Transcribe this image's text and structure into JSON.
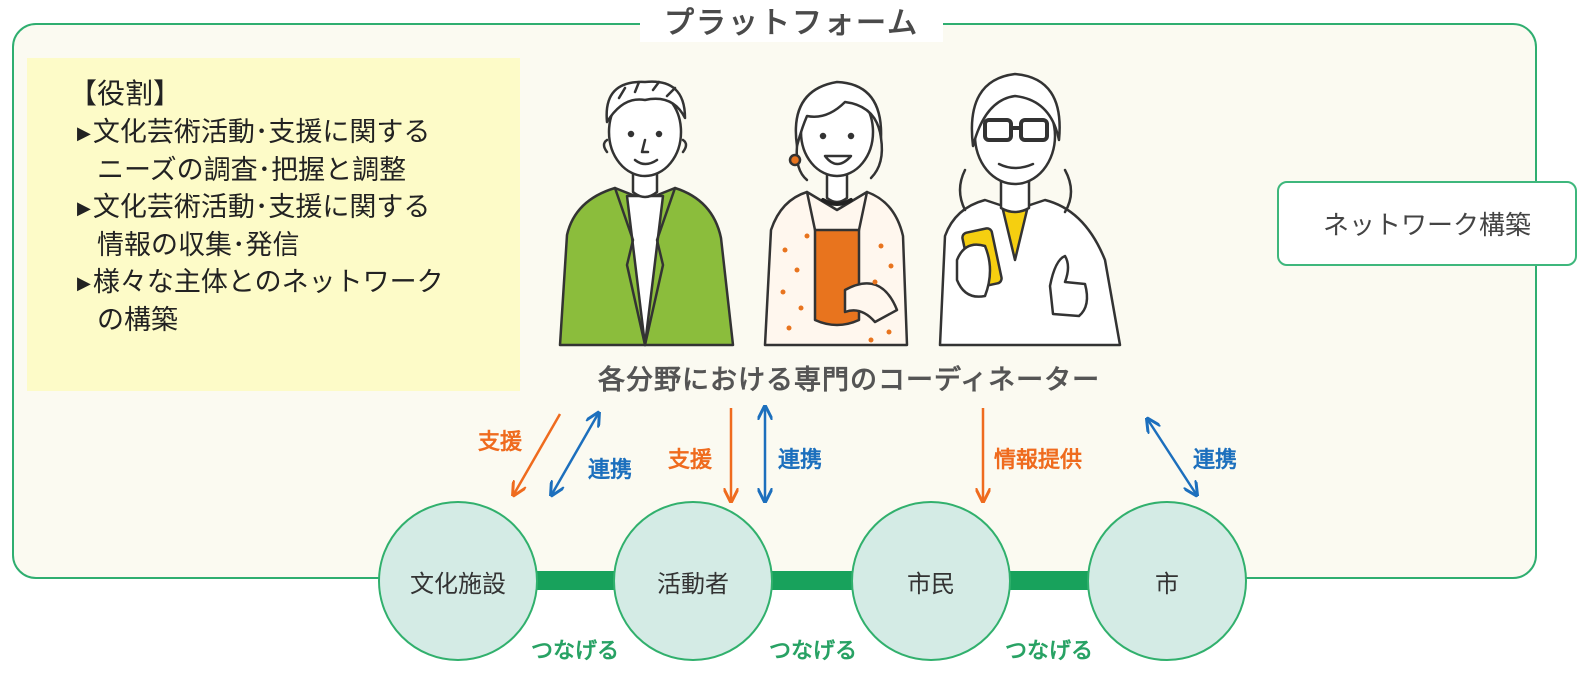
{
  "platform": {
    "title": "プラットフォーム"
  },
  "roles": {
    "heading": "【役割】",
    "items": [
      {
        "lines": [
          "文化芸術活動･支援に関する",
          "ニーズの調査･把握と調整"
        ]
      },
      {
        "lines": [
          "文化芸術活動･支援に関する",
          "情報の収集･発信"
        ]
      },
      {
        "lines": [
          "様々な主体とのネットワーク",
          "の構築"
        ]
      }
    ]
  },
  "network_box": {
    "label": "ネットワーク構築"
  },
  "coordinators": {
    "label": "各分野における専門のコーディネーター"
  },
  "arrows": {
    "shien_1": "支援",
    "renkei_1": "連携",
    "shien_2": "支援",
    "renkei_2": "連携",
    "joho": "情報提供",
    "renkei_3": "連携"
  },
  "nodes": [
    "文化施設",
    "活動者",
    "市民",
    "市"
  ],
  "links": [
    "つなげる",
    "つなげる",
    "つなげる"
  ],
  "colors": {
    "frame_green": "#2fae70",
    "role_bg": "#fdfbc8",
    "orange": "#ef6b1e",
    "blue": "#1c6fbd",
    "node_fill": "#d4ebe5",
    "connector_green": "#18a25c",
    "jacket_green": "#8bbd3c",
    "top_orange": "#e8741e",
    "phone_yellow": "#f5cf10"
  }
}
